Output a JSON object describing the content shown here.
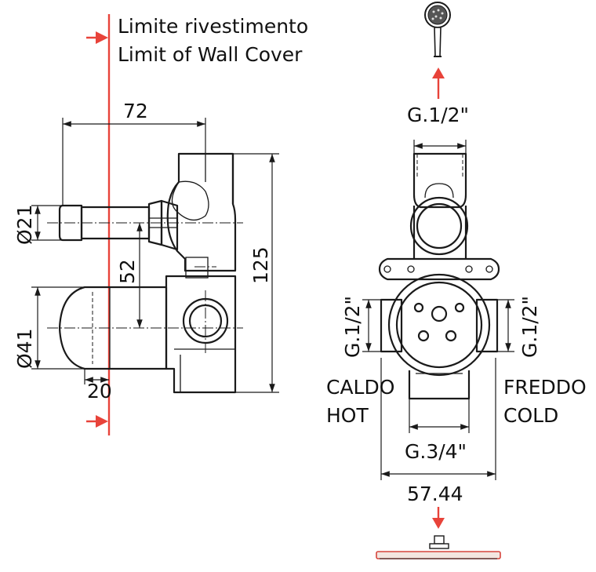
{
  "wall_limit": {
    "label_it": "Limite rivestimento",
    "label_en": "Limit of Wall Cover",
    "color": "#e8433a"
  },
  "side_view": {
    "dim_width": "72",
    "dim_height": "125",
    "dim_spacing": "52",
    "dim_dia_small": "Ø21",
    "dim_dia_large": "Ø41",
    "dim_depth": "20"
  },
  "front_view": {
    "dim_top_port": "G.1/2\"",
    "dim_left_port": "G.1/2\"",
    "dim_right_port": "G.1/2\"",
    "dim_bottom_port": "G.3/4\"",
    "dim_width": "57.44",
    "hot_it": "CALDO",
    "hot_en": "HOT",
    "cold_it": "FREDDO",
    "cold_en": "COLD"
  },
  "accessories": {
    "hand_shower_icon": "hand-shower-icon",
    "overhead_shower_icon": "overhead-shower-icon"
  }
}
